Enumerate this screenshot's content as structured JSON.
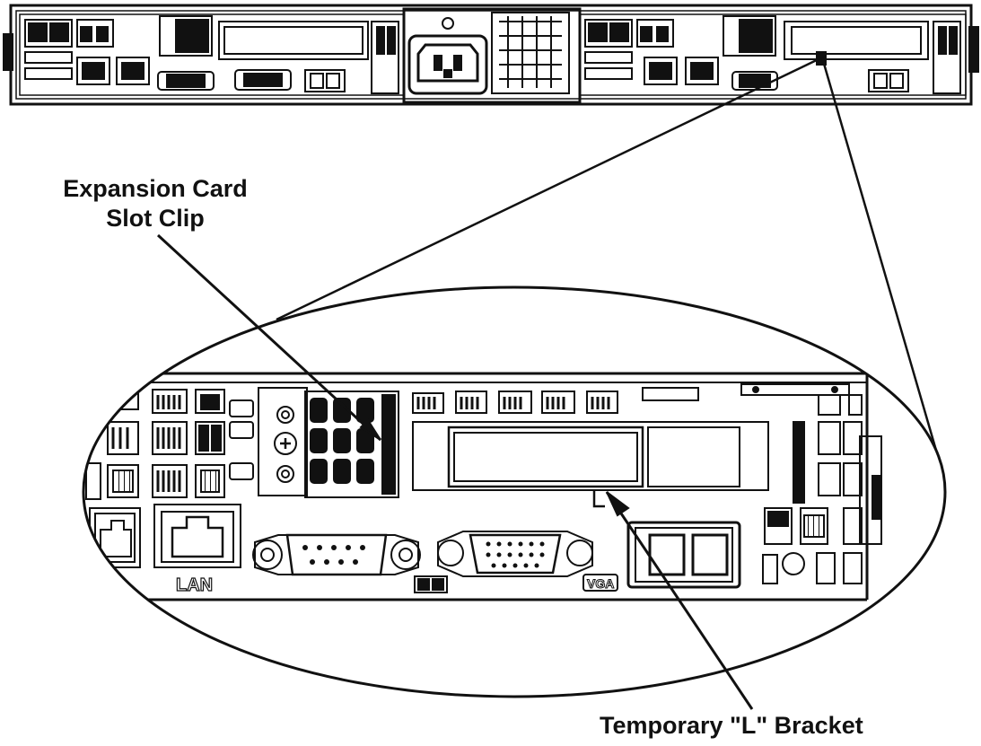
{
  "callouts": {
    "clip_line1": "Expansion Card",
    "clip_line2": "Slot Clip",
    "bracket": "Temporary \"L\" Bracket"
  },
  "panel_labels": {
    "lan": "LAN",
    "vga": "VGA"
  },
  "colors": {
    "line": "#111111",
    "background": "#ffffff"
  }
}
